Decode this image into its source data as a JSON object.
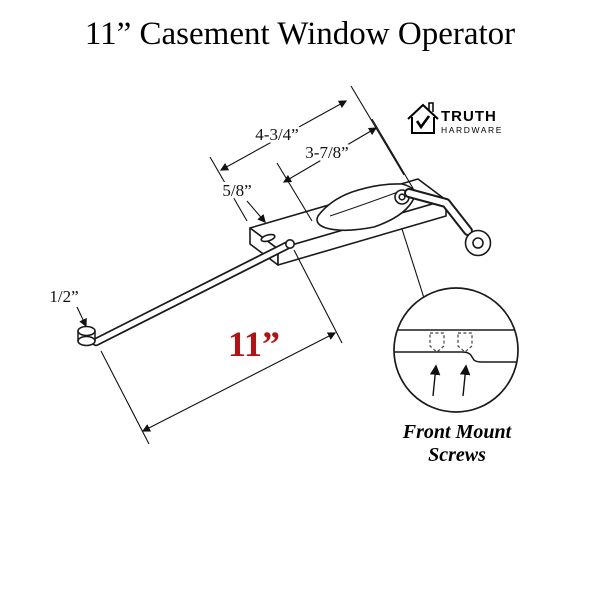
{
  "page": {
    "title": "11” Casement Window Operator"
  },
  "brand": {
    "name": "TRUTH",
    "tagline": "HARDWARE"
  },
  "diagram": {
    "dim_top": "4-3/4”",
    "dim_mid": "3-7/8”",
    "dim_arm_width": "5/8”",
    "dim_stud": "1/2”",
    "dim_arm_length": "11”",
    "callout_line1": "Front Mount",
    "callout_line2": "Screws"
  },
  "colors": {
    "accent_red": "#b01218",
    "line": "#111111"
  }
}
